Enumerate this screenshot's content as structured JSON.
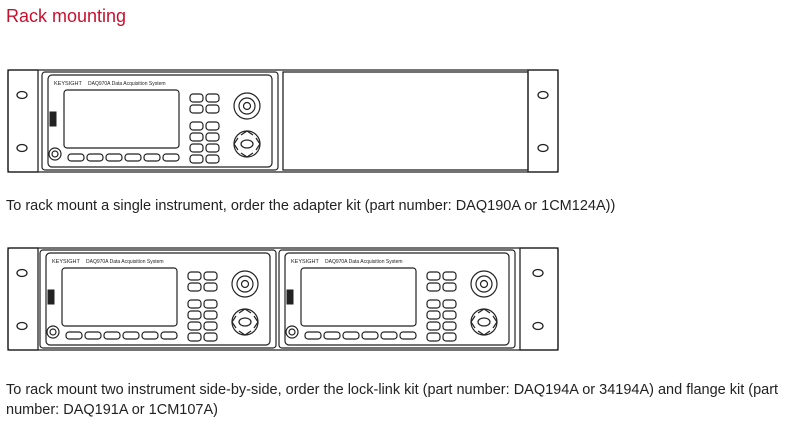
{
  "section": {
    "heading": "Rack mounting"
  },
  "instrument": {
    "brand": "KEYSIGHT",
    "model_text": "DAQ970A  Data Acquisition System"
  },
  "single": {
    "caption": "To rack mount a single instrument, order the adapter kit (part number: DAQ190A or 1CM124A))"
  },
  "dual": {
    "caption": "To rack mount two instrument side-by-side, order the lock-link kit (part number: DAQ194A or 34194A) and flange kit (part number: DAQ191A or 1CM107A)"
  }
}
